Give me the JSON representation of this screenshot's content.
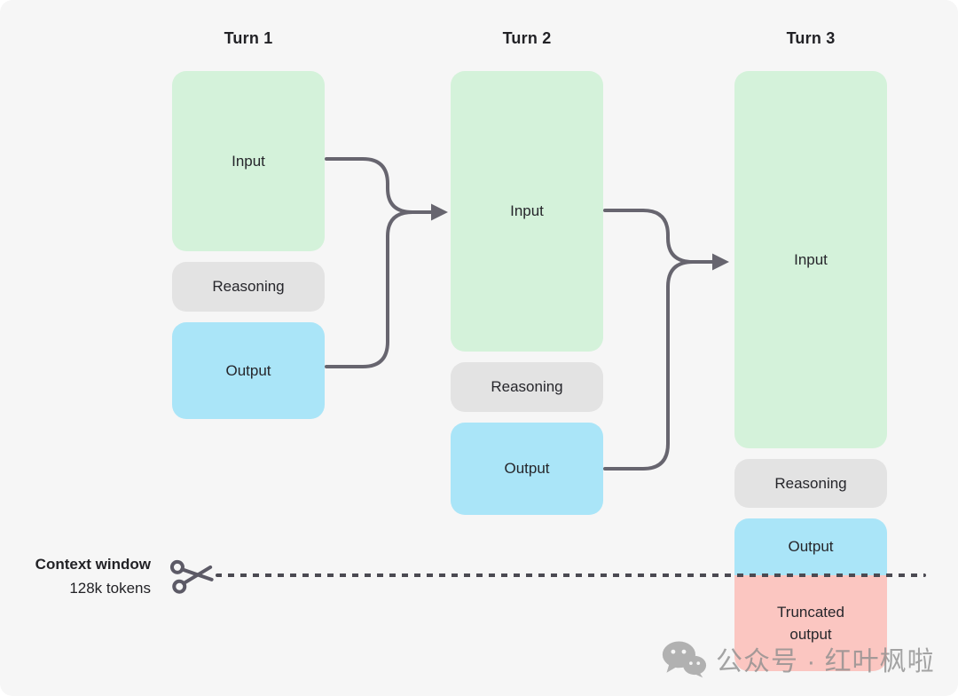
{
  "columns": [
    {
      "title": "Turn 1",
      "boxes": [
        {
          "label": "Input",
          "kind": "input",
          "color": "#d4f2da"
        },
        {
          "label": "Reasoning",
          "kind": "reasoning",
          "color": "#e3e3e3"
        },
        {
          "label": "Output",
          "kind": "output",
          "color": "#aae5f8"
        }
      ]
    },
    {
      "title": "Turn 2",
      "boxes": [
        {
          "label": "Input",
          "kind": "input",
          "color": "#d4f2da"
        },
        {
          "label": "Reasoning",
          "kind": "reasoning",
          "color": "#e3e3e3"
        },
        {
          "label": "Output",
          "kind": "output",
          "color": "#aae5f8"
        }
      ]
    },
    {
      "title": "Turn 3",
      "boxes": [
        {
          "label": "Input",
          "kind": "input",
          "color": "#d4f2da"
        },
        {
          "label": "Reasoning",
          "kind": "reasoning",
          "color": "#e3e3e3"
        },
        {
          "label": "Output",
          "kind": "output",
          "color": "#aae5f8"
        },
        {
          "label": "Truncated output",
          "kind": "truncated-output",
          "color": "#fbc6c1"
        }
      ]
    }
  ],
  "flows": [
    {
      "from": "turn1-input",
      "to": "turn2-input"
    },
    {
      "from": "turn1-output",
      "to": "turn2-input"
    },
    {
      "from": "turn2-input",
      "to": "turn3-input"
    },
    {
      "from": "turn2-output",
      "to": "turn3-input"
    }
  ],
  "context_window": {
    "label": "Context window",
    "sublabel": "128k tokens"
  },
  "watermark": {
    "text": "公众号 · 红叶枫啦",
    "icon": "wechat-icon"
  },
  "icons": {
    "scissors": "scissors-icon"
  },
  "colors": {
    "canvas_bg": "#f6f6f6",
    "input_green": "#d4f2da",
    "reasoning_gray": "#e3e3e3",
    "output_blue": "#aae5f8",
    "truncated_pink": "#fbc6c1",
    "arrow": "#67656f",
    "dash_line": "#4b4a52",
    "text": "#26262b",
    "watermark_gray": "#8f8f8f"
  }
}
